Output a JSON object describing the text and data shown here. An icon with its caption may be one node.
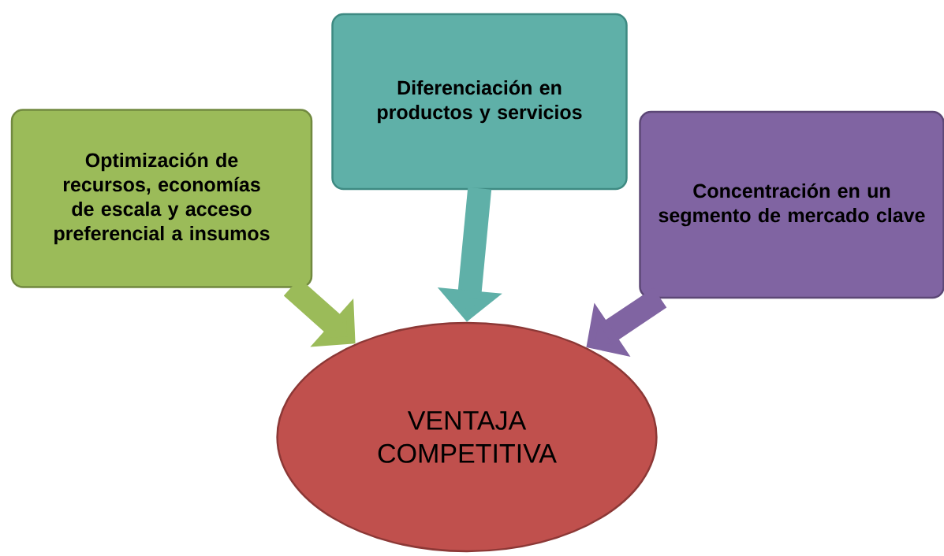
{
  "diagram": {
    "nodes": [
      {
        "text": [
          "Optimización de recursos, economías de escala y acceso preferencial a insumos"
        ]
      },
      {
        "text": [
          "Diferenciación en productos y servicios"
        ]
      },
      {
        "text": [
          "Concentración en un segmento de mercado clave"
        ]
      },
      {
        "text": [
          "VENTAJA COMPETITIVA"
        ]
      }
    ],
    "edges": [
      {
        "from": 0,
        "to": 3,
        "arrow": "to",
        "color": "#9bbb59"
      },
      {
        "from": 1,
        "to": 3,
        "arrow": "to",
        "color": "#5fb0a8"
      },
      {
        "from": 2,
        "to": 3,
        "arrow": "to",
        "color": "#8064a2"
      }
    ]
  }
}
